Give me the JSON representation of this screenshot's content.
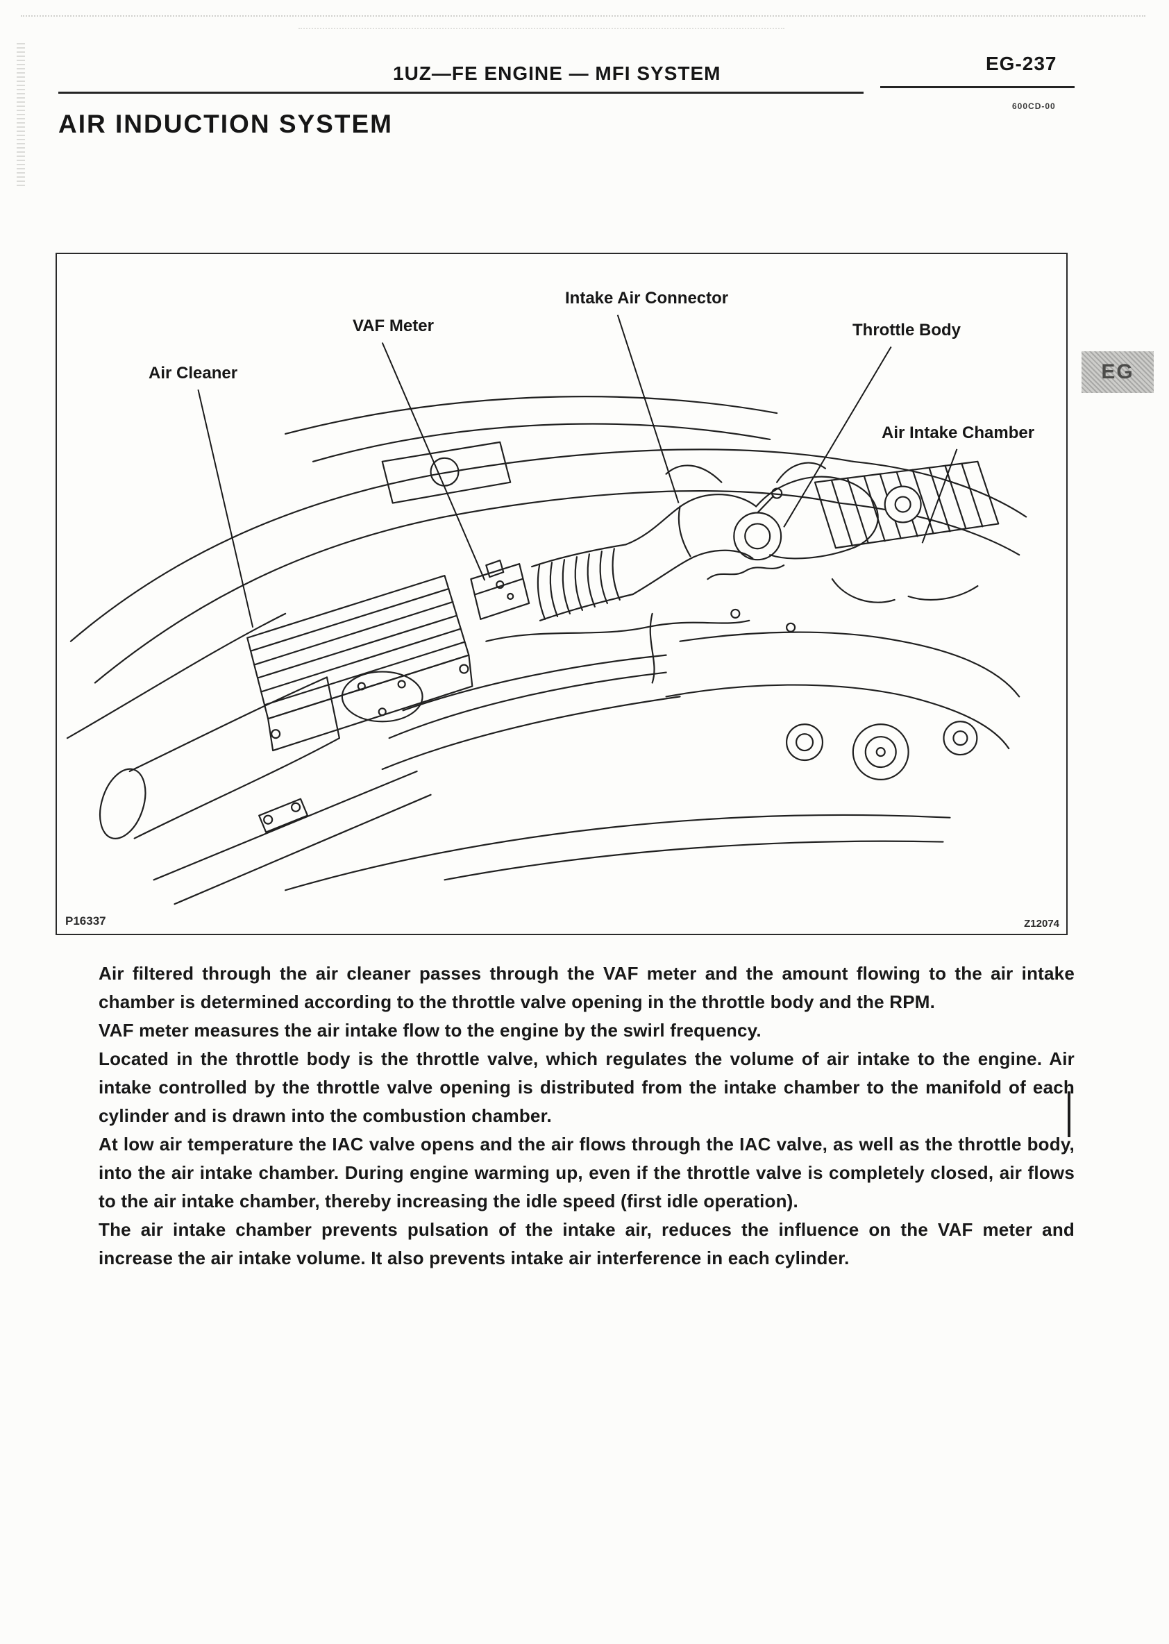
{
  "page": {
    "header": {
      "title": "1UZ—FE ENGINE — MFI SYSTEM",
      "page_number": "EG-237",
      "doc_code": "600CD-00"
    },
    "section_title": "AIR INDUCTION SYSTEM",
    "side_tab": "EG"
  },
  "figure": {
    "labels": {
      "air_cleaner": "Air Cleaner",
      "vaf_meter": "VAF Meter",
      "intake_air_connector": "Intake Air Connector",
      "throttle_body": "Throttle Body",
      "air_intake_chamber": "Air Intake Chamber"
    },
    "code_left": "P16337",
    "code_right": "Z12074"
  },
  "body": {
    "paragraphs": [
      "Air filtered through the air cleaner passes through the VAF meter and the amount flowing to the air intake chamber is determined according to the throttle valve opening in the throttle body and the RPM.",
      "VAF meter measures the air intake flow to the engine by the swirl frequency.",
      "Located in the throttle body is the throttle valve, which regulates the volume of air intake to the engine. Air intake controlled by the throttle valve opening is distributed from the intake chamber to the manifold of each cylinder and is drawn into the combustion chamber.",
      "At low air temperature the IAC valve opens and the air flows through the IAC valve, as well as the throttle body, into the air intake chamber. During engine warming up, even if the throttle valve is completely closed, air flows to the air intake chamber, thereby increasing the idle speed (first idle operation).",
      "The air intake chamber prevents pulsation of the intake air, reduces the influence on the VAF meter and increase the air intake volume. It also prevents intake air interference in each cylinder."
    ]
  }
}
